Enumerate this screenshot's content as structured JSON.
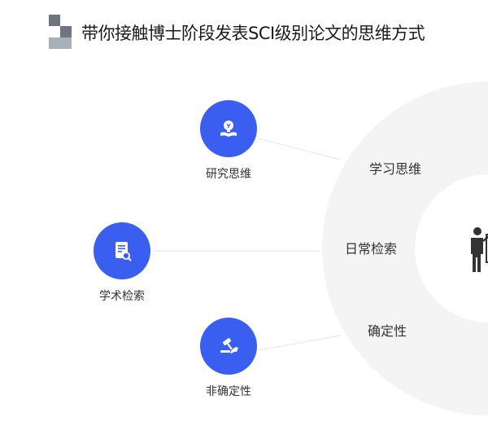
{
  "title": "带你接触博士阶段发表SCI级别论文的思维方式",
  "colors": {
    "accent_blue": "#3a5ef0",
    "logo_dark": "#6d7680",
    "logo_light": "#a9b0b8",
    "ring_gray": "#f4f4f4"
  },
  "ring_items": [
    {
      "label": "学习思维"
    },
    {
      "label": "日常检索"
    },
    {
      "label": "确定性"
    }
  ],
  "nodes": [
    {
      "label": "研究思维",
      "icon": "lightbulb-book-icon"
    },
    {
      "label": "学术检索",
      "icon": "document-search-icon"
    },
    {
      "label": "非确定性",
      "icon": "gavel-icon"
    }
  ],
  "center_icon": "presenter-icon"
}
